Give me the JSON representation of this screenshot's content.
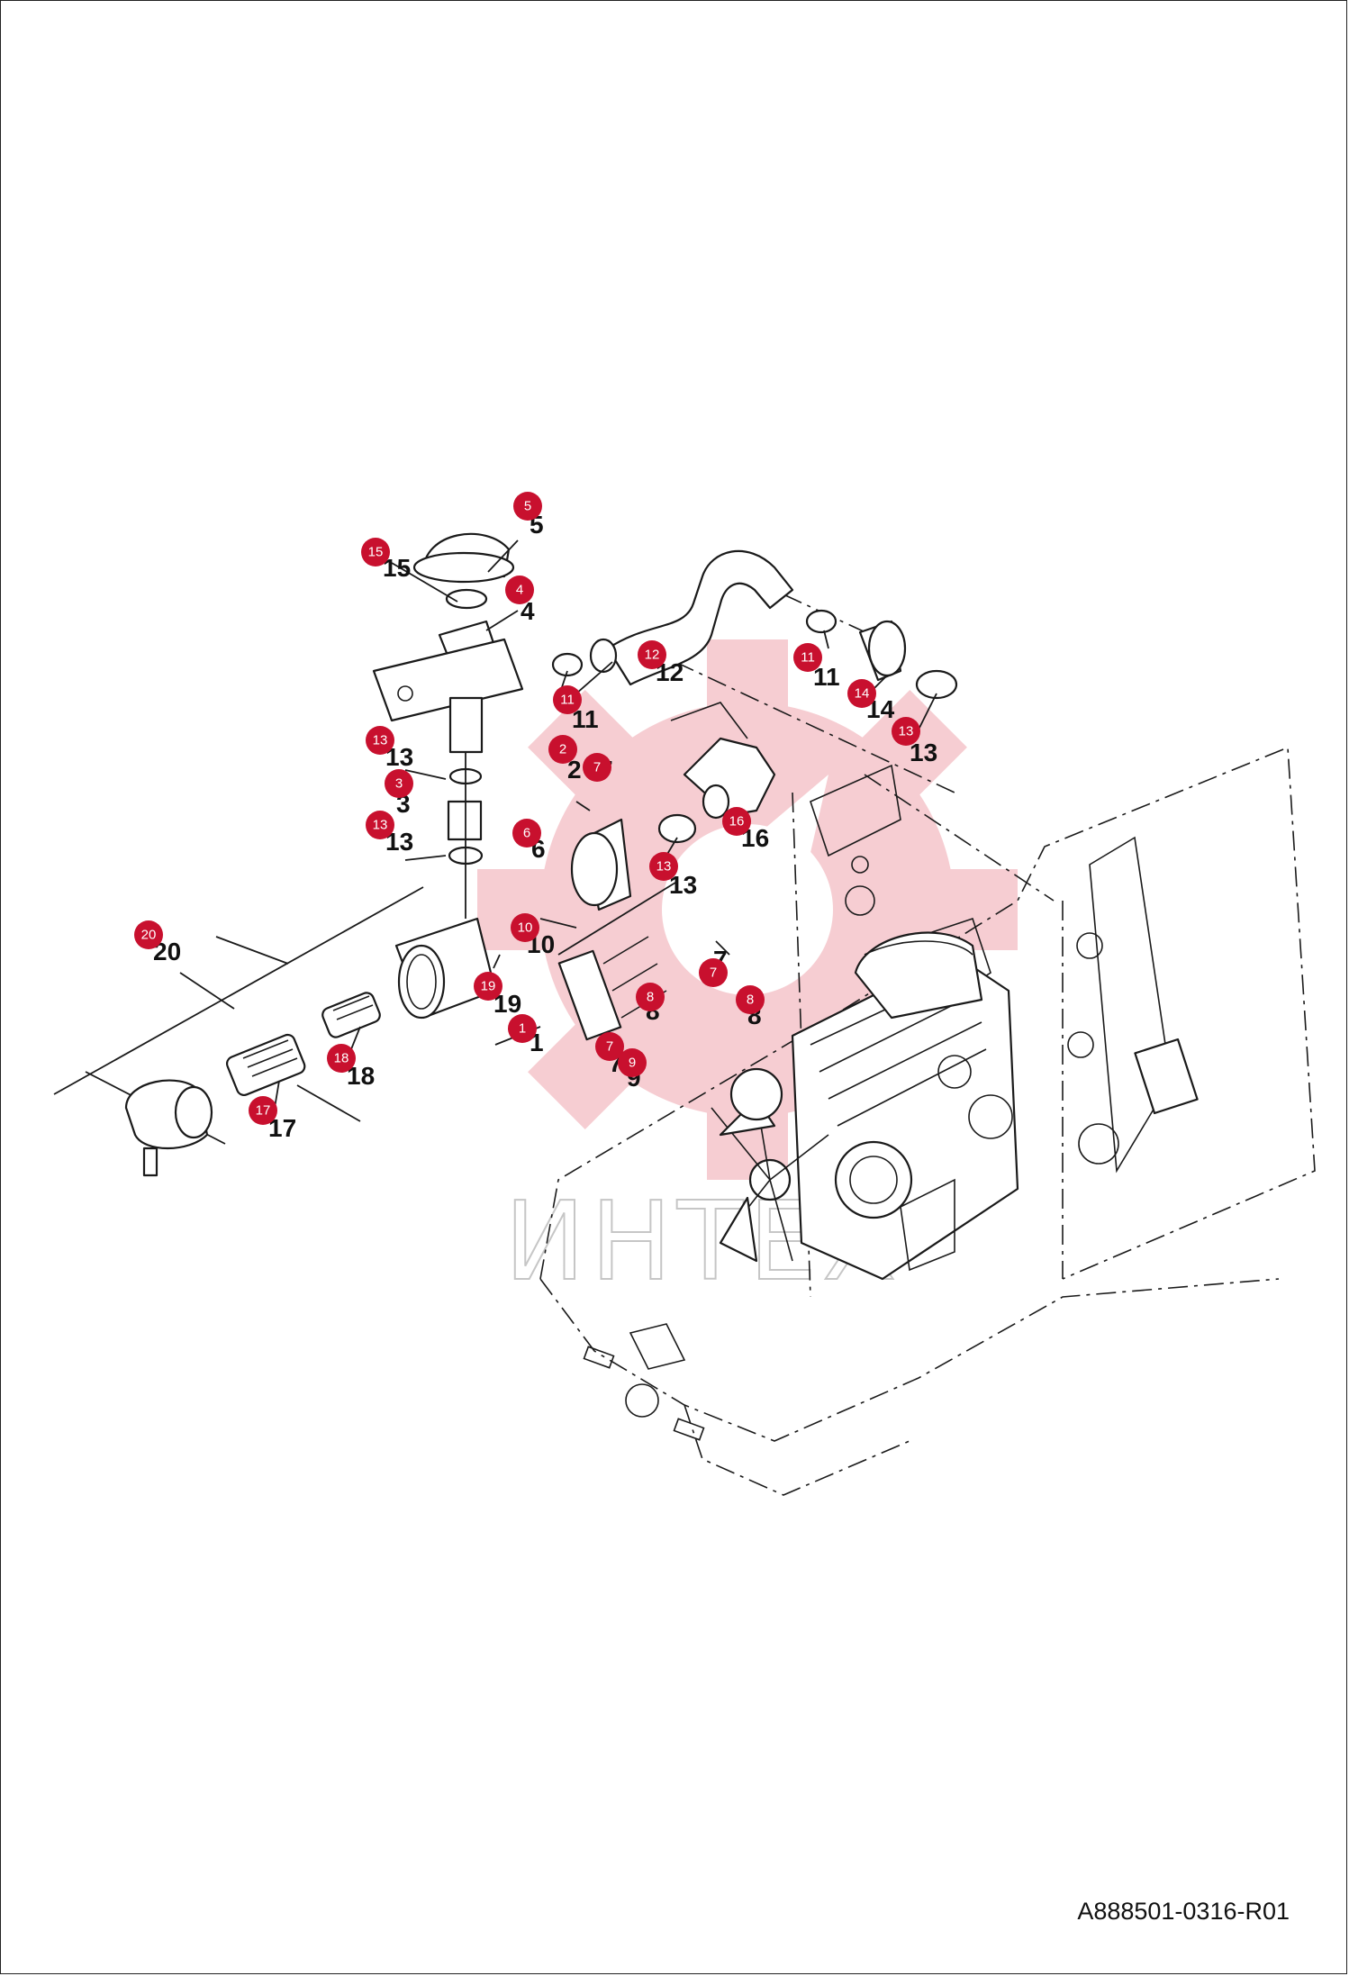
{
  "watermark": {
    "text": "ИНТЕХ",
    "color": "#f2b8bd"
  },
  "document_id": "A888501-0316-R01",
  "badge_color": "#c8102e",
  "callouts": [
    {
      "label": "5"
    },
    {
      "label": "15"
    },
    {
      "label": "4"
    },
    {
      "label": "11"
    },
    {
      "label": "12"
    },
    {
      "label": "11"
    },
    {
      "label": "14"
    },
    {
      "label": "13"
    },
    {
      "label": "13"
    },
    {
      "label": "2"
    },
    {
      "label": "7"
    },
    {
      "label": "3"
    },
    {
      "label": "13"
    },
    {
      "label": "6"
    },
    {
      "label": "16"
    },
    {
      "label": "13"
    },
    {
      "label": "20"
    },
    {
      "label": "10"
    },
    {
      "label": "19"
    },
    {
      "label": "7"
    },
    {
      "label": "8"
    },
    {
      "label": "8"
    },
    {
      "label": "1"
    },
    {
      "label": "7"
    },
    {
      "label": "9"
    },
    {
      "label": "18"
    },
    {
      "label": "17"
    }
  ]
}
